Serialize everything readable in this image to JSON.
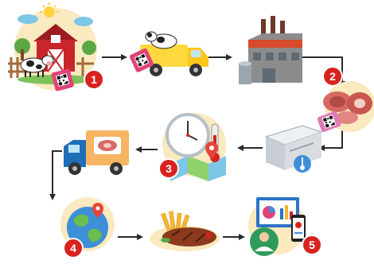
{
  "colors": {
    "flow_line": "#2b2b2b",
    "badge": "#d7231f",
    "badge_text": "#ffffff",
    "halo": "#fbe9bf",
    "barn": "#c8262b",
    "truck": "#ffd83d",
    "factory": "#8c8c8c",
    "meat": "#d66a63",
    "freezer": "#d9dde1",
    "delivery_truck": "#1e6fb8",
    "globe": "#3d8fd6",
    "steak": "#8b3a1d",
    "screen": "#2b73c7"
  },
  "steps": [
    {
      "number": "1",
      "icon": "farm-barn-cow-icon"
    },
    {
      "number": "2",
      "icon": "meat-cuts-label-icon"
    },
    {
      "number": "3",
      "icon": "clock-thermometer-map-icon"
    },
    {
      "number": "4",
      "icon": "globe-location-icon"
    },
    {
      "number": "5",
      "icon": "consumer-devices-analytics-icon"
    }
  ],
  "stations": [
    {
      "icon": "farm-barn-cow-icon"
    },
    {
      "icon": "cattle-truck-icon"
    },
    {
      "icon": "processing-factory-icon"
    },
    {
      "icon": "meat-cuts-icon"
    },
    {
      "icon": "freezer-icon"
    },
    {
      "icon": "clock-thermometer-map-icon"
    },
    {
      "icon": "refrigerated-delivery-truck-icon"
    },
    {
      "icon": "globe-location-icon"
    },
    {
      "icon": "steak-fries-plate-icon"
    },
    {
      "icon": "consumer-devices-analytics-icon"
    }
  ],
  "tags": [
    {
      "icon": "qr-code-tag-icon"
    },
    {
      "icon": "qr-code-tag-icon"
    },
    {
      "icon": "qr-code-tag-icon"
    },
    {
      "icon": "qr-code-tag-icon"
    }
  ]
}
